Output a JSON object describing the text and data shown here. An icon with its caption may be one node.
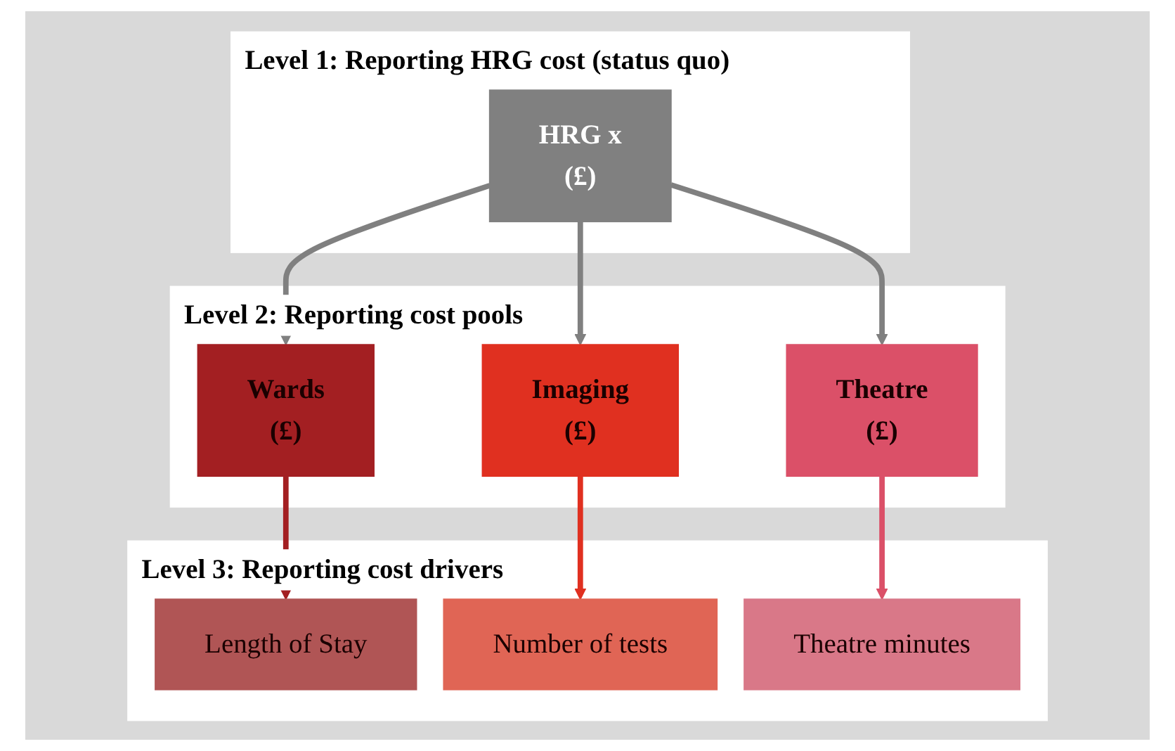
{
  "diagram": {
    "nodes": [
      {
        "text": [
          "Level 1: Reporting HRG cost (status quo)"
        ]
      },
      {
        "text": [
          "HRG x",
          "(£)"
        ],
        "in": 0
      },
      {
        "text": [
          "Level 2: Reporting cost pools"
        ]
      },
      {
        "text": [
          "Wards",
          "(£)"
        ],
        "in": 2
      },
      {
        "text": [
          "Imaging",
          "(£)"
        ],
        "in": 2
      },
      {
        "text": [
          "Theatre",
          "(£)"
        ],
        "in": 2
      },
      {
        "text": [
          "Level 3: Reporting cost drivers"
        ]
      },
      {
        "text": [
          "Length of Stay"
        ],
        "in": 6
      },
      {
        "text": [
          "Number of tests"
        ],
        "in": 6
      },
      {
        "text": [
          "Theatre minutes"
        ],
        "in": 6
      }
    ],
    "edges": [
      {
        "from": 1,
        "to": 3,
        "arrow": "to",
        "color": "#808080"
      },
      {
        "from": 1,
        "to": 4,
        "arrow": "to",
        "color": "#808080"
      },
      {
        "from": 1,
        "to": 5,
        "arrow": "to",
        "color": "#808080"
      },
      {
        "from": 3,
        "to": 7,
        "arrow": "to",
        "color": "#a31f22"
      },
      {
        "from": 4,
        "to": 8,
        "arrow": "to",
        "color": "#e03020"
      },
      {
        "from": 5,
        "to": 9,
        "arrow": "to",
        "color": "#db5068"
      }
    ]
  }
}
